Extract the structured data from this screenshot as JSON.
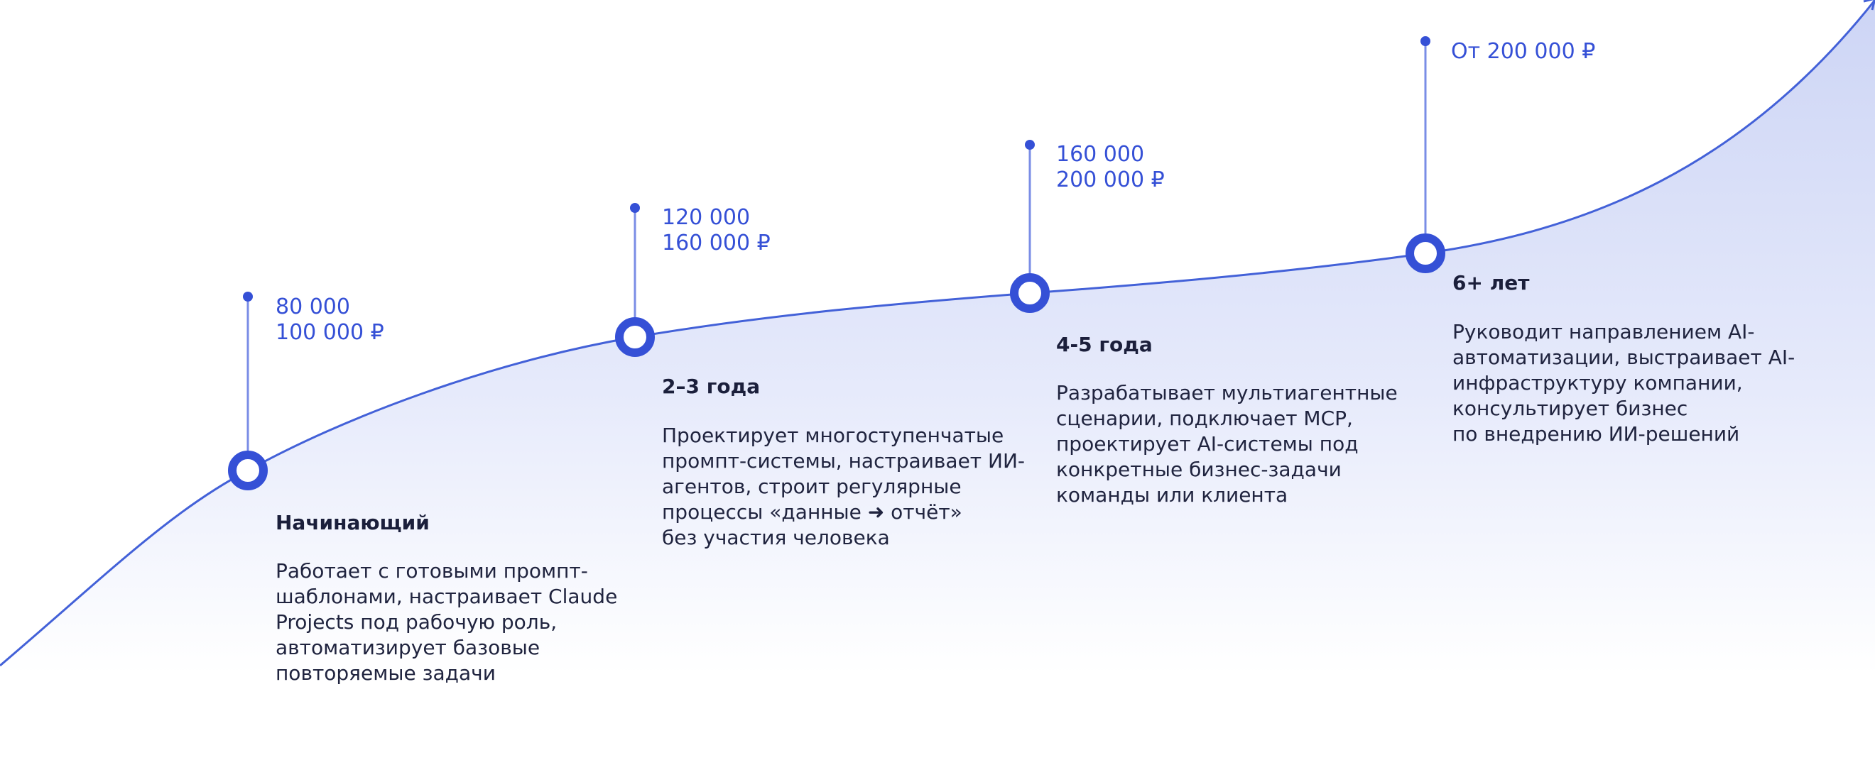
{
  "colors": {
    "accent": "#3550d6",
    "text": "#20243f",
    "area_top": "#d3daf6"
  },
  "steps": [
    {
      "salary": [
        "80 000",
        "100 000 ₽"
      ],
      "stage": "Начинающий",
      "description": [
        "Работает с готовыми промпт-",
        "шаблонами, настраивает Claude",
        "Projects под рабочую роль,",
        "автоматизирует базовые",
        "повторяемые задачи"
      ]
    },
    {
      "salary": [
        "120 000",
        "160 000 ₽"
      ],
      "stage": "2–3 года",
      "description": [
        "Проектирует многоступенчатые",
        "промпт-системы, настраивает ИИ-",
        "агентов, строит регулярные",
        "процессы «данные ➜ отчёт»",
        "без участия человека"
      ]
    },
    {
      "salary": [
        "160 000",
        "200 000 ₽"
      ],
      "stage": "4-5 года",
      "description": [
        "Разрабатывает мультиагентные",
        "сценарии, подключает MCP,",
        "проектирует AI-системы под",
        "конкретные бизнес-задачи",
        "команды или клиента"
      ]
    },
    {
      "salary": [
        "От 200 000 ₽"
      ],
      "stage": "6+ лет",
      "description": [
        "Руководит направлением AI-",
        "автоматизации, выстраивает AI-",
        "инфраструктуру компании,",
        "консультирует бизнес",
        "по внедрению ИИ-решений"
      ]
    }
  ]
}
